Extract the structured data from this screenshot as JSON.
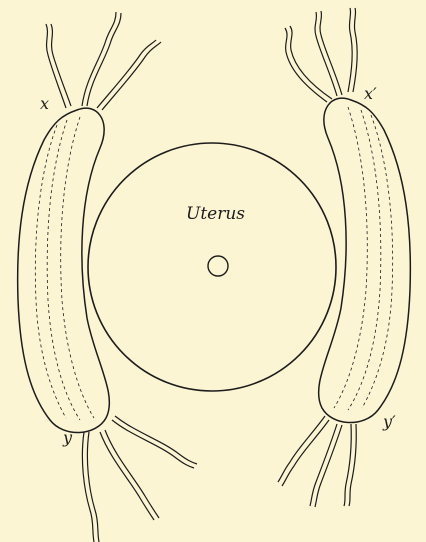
{
  "labels": {
    "uterus": "Uterus",
    "x": "x",
    "x_prime": "x′",
    "y": "y",
    "y_prime": "y′"
  },
  "colors": {
    "background": "#fbf5d3",
    "ink": "#1c1c1c"
  }
}
